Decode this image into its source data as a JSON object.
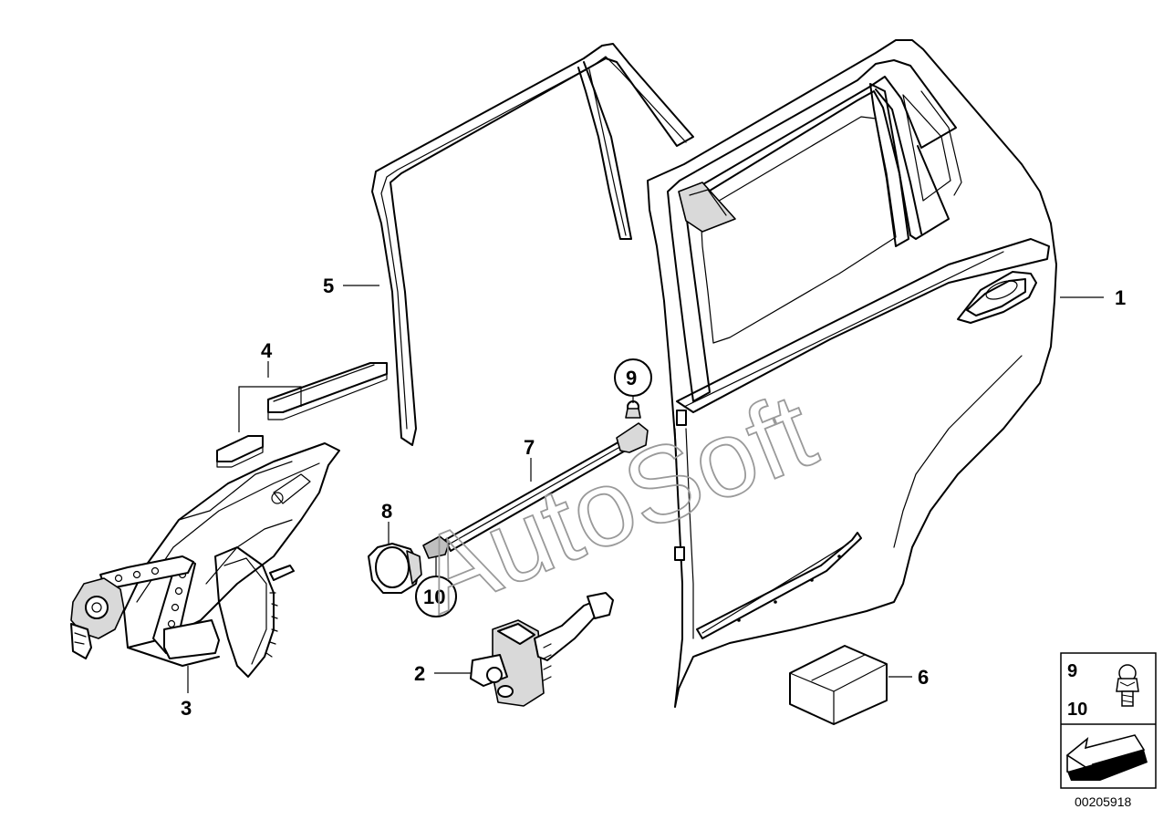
{
  "callouts": {
    "c1": "1",
    "c2": "2",
    "c3": "3",
    "c4": "4",
    "c5": "5",
    "c6": "6",
    "c7": "7",
    "c8": "8",
    "c9": "9",
    "c10": "10"
  },
  "legend": {
    "top_label_a": "9",
    "top_label_b": "10",
    "icon": "bolt-icon",
    "nav_icon": "arrow-icon"
  },
  "watermark": "AutoSoft",
  "document_number": "00205918"
}
